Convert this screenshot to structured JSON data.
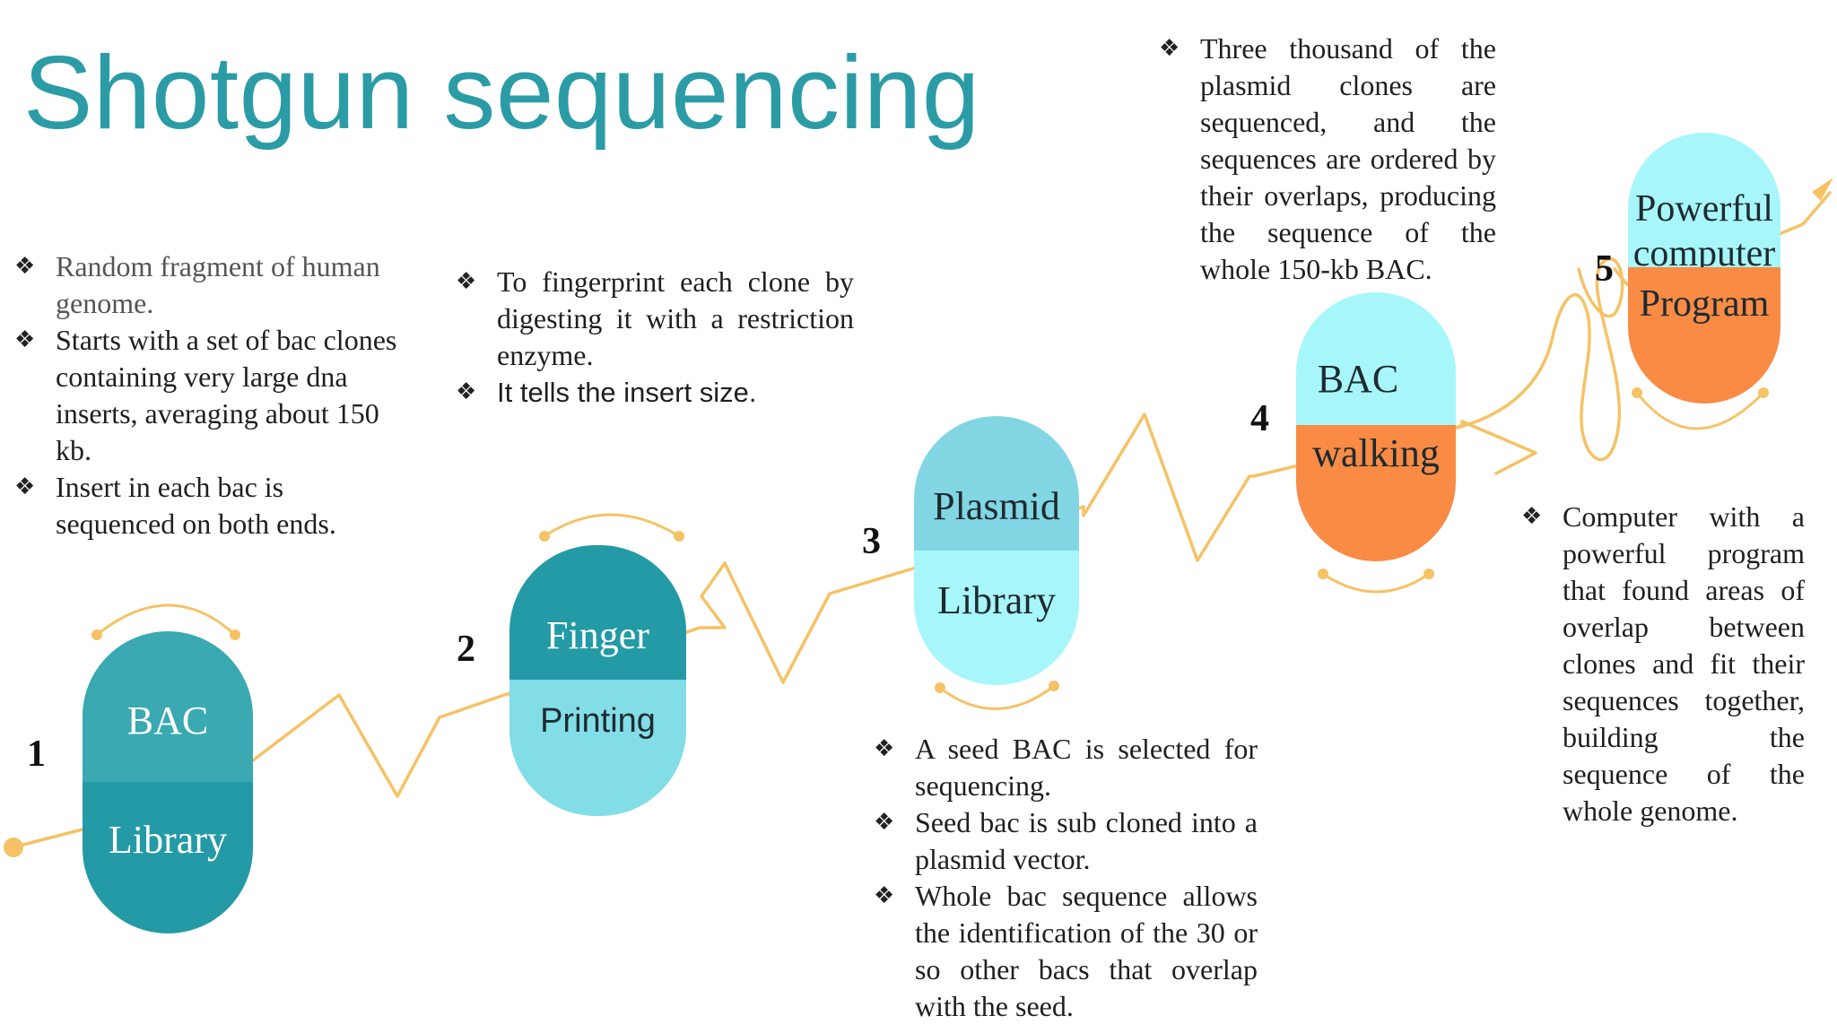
{
  "title": "Shotgun sequencing",
  "colors": {
    "teal_dark": "#239aa5",
    "teal_mid": "#3aa9b1",
    "cyan_light": "#82dde6",
    "cyan_pale": "#a7f6fa",
    "orange": "#f98b45",
    "line": "#f5c265"
  },
  "steps": [
    {
      "number": "1",
      "top_label": "BAC",
      "bottom_label": "Library"
    },
    {
      "number": "2",
      "top_label": "Finger",
      "bottom_label": "Printing"
    },
    {
      "number": "3",
      "top_label": "Plasmid",
      "bottom_label": "Library"
    },
    {
      "number": "4",
      "top_label": "BAC",
      "bottom_label": "walking"
    },
    {
      "number": "5",
      "top_label": "Powerful computer",
      "bottom_label": "Program"
    }
  ],
  "notes": {
    "step1": [
      "Random fragment of human genome.",
      "Starts with a set of bac clones containing very large  dna inserts, averaging about 150 kb.",
      "Insert in each bac is sequenced  on both ends."
    ],
    "step2": [
      "To fingerprint each clone by digesting it with a restriction enzyme.",
      "It tells the  insert size."
    ],
    "step3": [
      "A seed BAC is selected for sequencing.",
      "Seed bac is  sub cloned into a plasmid vector.",
      "Whole bac sequence allows the identification of the 30 or so other bacs that overlap with the seed."
    ],
    "step4": [
      "Three thousand of the plasmid clones are sequenced, and the sequences are ordered by their overlaps, producing the sequence of the whole 150-kb BAC."
    ],
    "step5": [
      "Computer with a powerful program that found areas of overlap between clones and fit their sequences together, building the sequence of the whole genome."
    ]
  }
}
